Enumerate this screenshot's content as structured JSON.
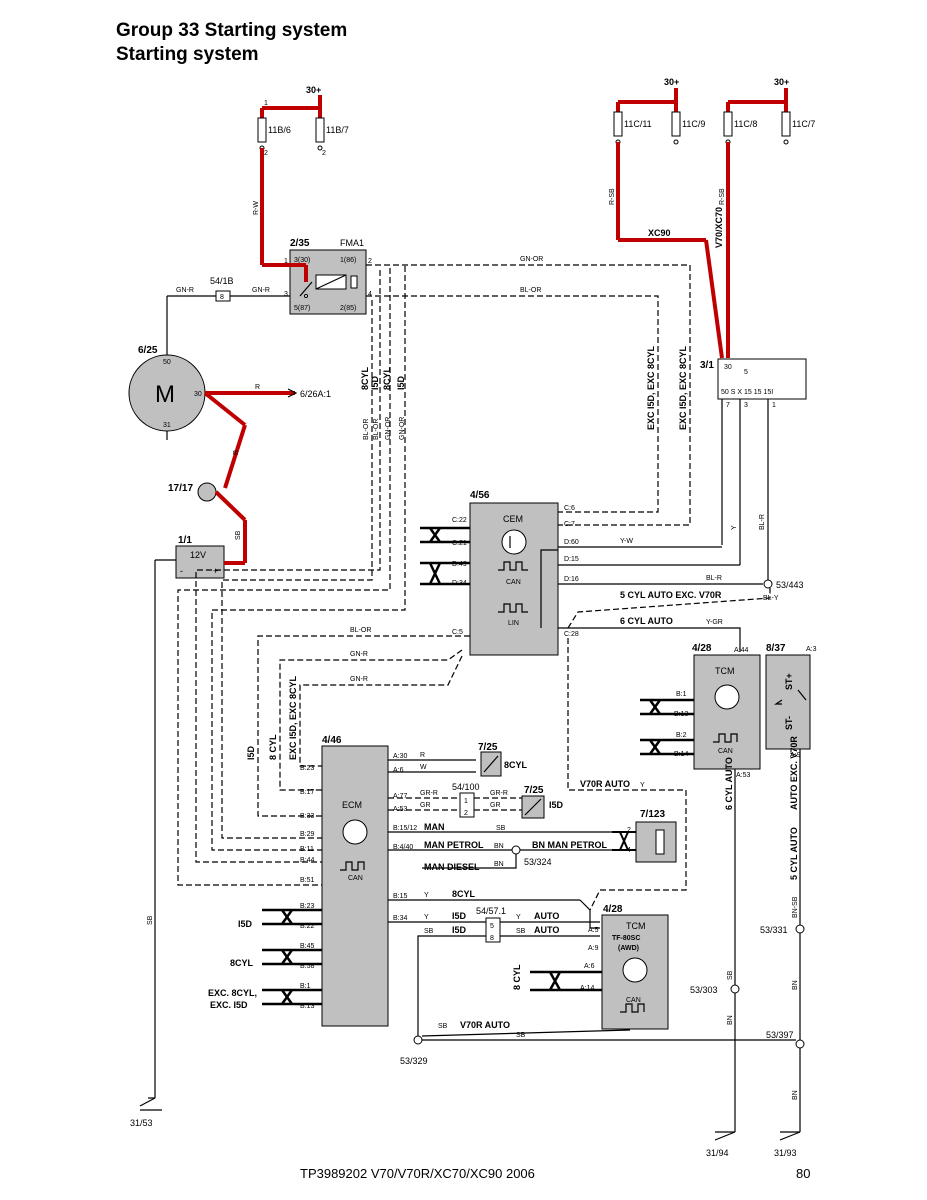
{
  "header": {
    "group": "Group 33 Starting system",
    "system": "Starting system"
  },
  "footer": {
    "doc": "TP3989202 V70/V70R/XC70/XC90 2006",
    "page": "80"
  },
  "supply": {
    "s30": "30+"
  },
  "fuses": {
    "f11b6": "11B/6",
    "f11b7": "11B/7",
    "f11c11": "11C/11",
    "f11c9": "11C/9",
    "f11c8": "11C/8",
    "f11c7": "11C/7"
  },
  "components": {
    "relay": {
      "id": "2/35",
      "name": "FMA1",
      "p1": "3(30)",
      "p2": "1(86)",
      "p3": "5(87)",
      "p4": "2(85)"
    },
    "motor": {
      "id": "6/25",
      "symbol": "M",
      "t50": "50",
      "t30": "30",
      "t31": "31"
    },
    "starter_ref": "6/26A:1",
    "comp1717": "17/17",
    "battery": {
      "id": "1/1",
      "v": "12V",
      "minus": "-",
      "plus": "+"
    },
    "fuse541b": "54/1B",
    "ignition": {
      "id": "3/1",
      "t30": "30",
      "t5": "5",
      "pins": "50  S  X  15  15  15I"
    },
    "cem": {
      "id": "4/56",
      "name": "CEM",
      "can": "CAN",
      "lin": "LIN"
    },
    "tcm1": {
      "id": "4/28",
      "name": "TCM",
      "can": "CAN"
    },
    "gear": {
      "id": "8/37",
      "stp": "ST+",
      "stm": "ST-"
    },
    "ecm": {
      "id": "4/46",
      "name": "ECM",
      "can": "CAN"
    },
    "tcm2": {
      "id": "4/28",
      "name": "TCM",
      "sub1": "TF-80SC",
      "sub2": "(AWD)",
      "can": "CAN"
    },
    "c725": "7/25",
    "c725b": "7/25",
    "c54100": "54/100",
    "c7123": "7/123",
    "c54571": "54/57.1"
  },
  "grounds": {
    "g3153": "31/53",
    "g3194": "31/94",
    "g3193": "31/93",
    "s53443": "53/443",
    "s53324": "53/324",
    "s53331": "53/331",
    "s53303": "53/303",
    "s53397": "53/397",
    "s53329": "53/329"
  },
  "colors": {
    "wire": "#000000",
    "highlight": "#c00000",
    "box": "#c0c0c0"
  }
}
